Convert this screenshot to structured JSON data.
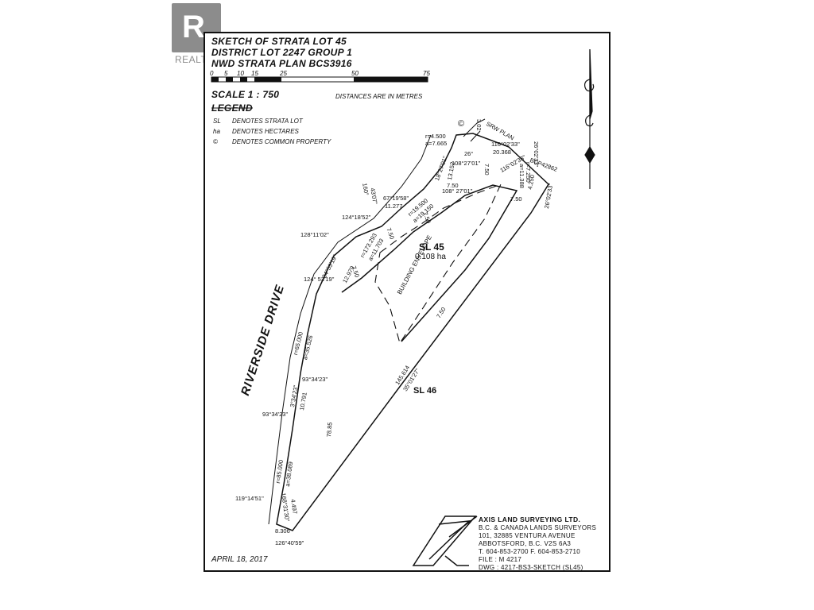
{
  "watermark": {
    "brand": "REALTOR",
    "letter": "R"
  },
  "title": {
    "line1": "SKETCH OF STRATA LOT 45",
    "line2": "DISTRICT LOT 2247 GROUP 1",
    "line3": "NWD STRATA PLAN BCS3916"
  },
  "scalebar": {
    "ticks": [
      "0",
      "5",
      "10",
      "15",
      "25",
      "50",
      "75"
    ]
  },
  "scale_label": "SCALE   1 : 750",
  "distances_note": "DISTANCES ARE IN METRES",
  "legend": {
    "heading": "LEGEND",
    "items": [
      {
        "code": "SL",
        "text": "DENOTES STRATA LOT"
      },
      {
        "code": "ha",
        "text": "DENOTES HECTARES"
      },
      {
        "code": "©",
        "text": "DENOTES COMMON PROPERTY"
      }
    ]
  },
  "lots": {
    "sl45": "SL 45",
    "area": "0.108 ha",
    "sl46": "SL 46",
    "envelope": "BUILDING ENVELOPE"
  },
  "road": "RIVERSIDE DRIVE",
  "plan_labels": {
    "srw": "SRW PLAN",
    "bcp": "BCP42862",
    "cp": "©"
  },
  "dims": {
    "d1": "r=4.500",
    "d2": "a=7.665",
    "d3": "116°02'33\"",
    "d4": "20.368",
    "d5": "26°02'33\"",
    "d6": "3.02",
    "d7": "26°",
    "d8": "108°27'01\"",
    "d9": "18°27'01\"",
    "d10": "13.152",
    "d11": "7.50",
    "d12": "116°02'33\"",
    "d13": "r=7.250",
    "d14": "a=11.388",
    "d15": "4.250",
    "d16": "26°02'33\"",
    "d17": "7.50",
    "d18": "108° 27'01\"",
    "d19": "7.50",
    "d20": "67°19'58\"",
    "d21": "11.277",
    "d22": "160°",
    "d23": "43'07\"",
    "d24": "r=19.500",
    "d25": "a=19.150",
    "d26": "7.50",
    "d27": "124°18'52\"",
    "d28": "r=173.293",
    "d29": "a=11.703",
    "d30": "7.50",
    "d31": "128°11'02\"",
    "d32": "34°53'19\"",
    "d33": "12.979",
    "d34": "7.50",
    "d35": "124° 53'19\"",
    "d36": "r=65.000",
    "d37": "a=35.526",
    "d38": "93°34'23\"",
    "d39": "3°34'23\"",
    "d40": "10.791",
    "d41": "93°34'23\"",
    "d42": "145.614",
    "d43": "35°01'27\"",
    "d44": "7.50",
    "d45": "78.85",
    "d46": "r=85.000",
    "d47": "a=38.089",
    "d48": "119°14'51\"",
    "d49": "168°31'30\"",
    "d50": "4.497",
    "d51": "8.306",
    "d52": "126°40'59\""
  },
  "surveyor": {
    "name": "AXIS LAND SURVEYING LTD.",
    "line2": "B.C. & CANADA LANDS SURVEYORS",
    "line3": "101, 32885 VENTURA AVENUE",
    "line4": "ABBOTSFORD, B.C.  V2S 6A3",
    "line5": "T. 604-853-2700  F. 604-853-2710",
    "line6": "FILE : M 4217",
    "line7": "DWG : 4217-BS3-SKETCH     (SL45)"
  },
  "date": "APRIL 18, 2017"
}
